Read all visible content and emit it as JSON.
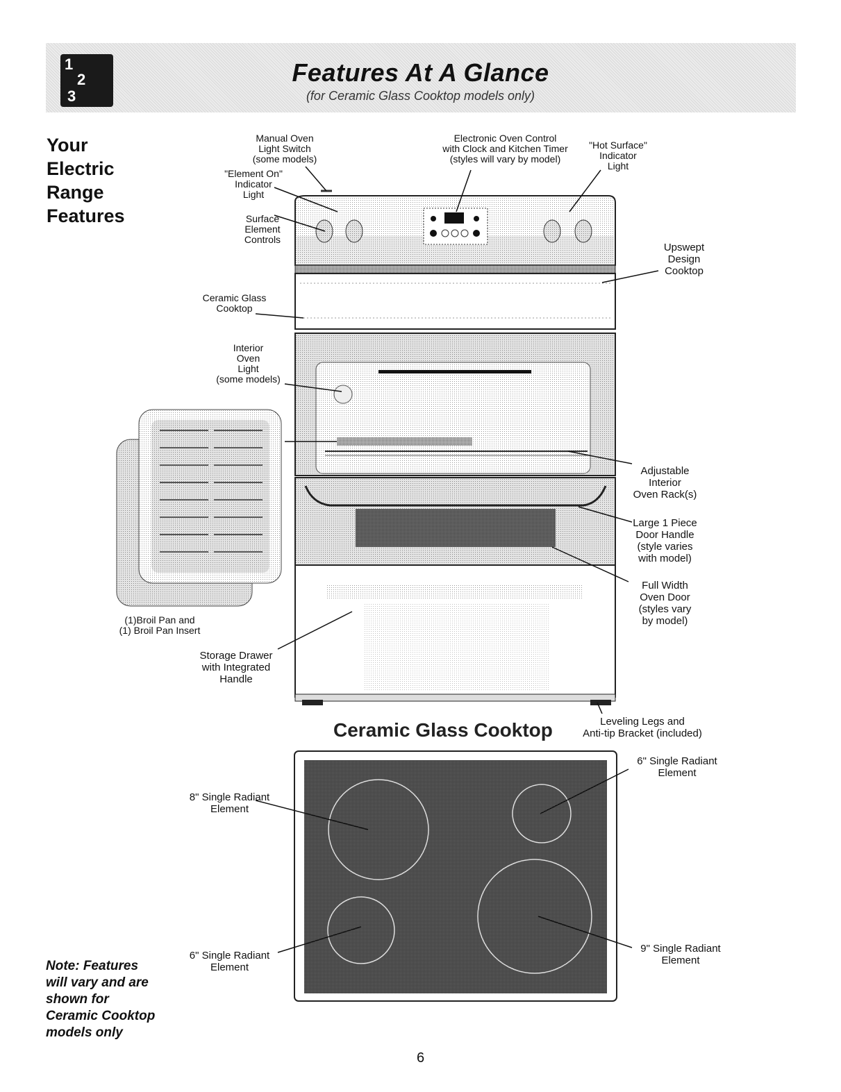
{
  "header": {
    "title": "Features At A Glance",
    "subtitle": "(for Ceramic Glass Cooktop models only)",
    "icon": "steps-icon",
    "icon_digits": [
      "1",
      "2",
      "3"
    ]
  },
  "side_title": [
    "Your",
    "Electric",
    "Range",
    "Features"
  ],
  "range_labels": {
    "manual_oven_light": "Manual Oven\nLight Switch\n(some models)",
    "element_on": "\"Element On\"\nIndicator\nLight",
    "surface_controls": "Surface\nElement\nControls",
    "electronic_control": "Electronic Oven Control\nwith Clock and Kitchen Timer\n(styles will vary by model)",
    "hot_surface": "\"Hot Surface\"\nIndicator\nLight",
    "upswept": "Upswept\nDesign\nCooktop",
    "ceramic_glass_cooktop": "Ceramic Glass\nCooktop",
    "interior_light": "Interior\nOven\nLight\n(some models)",
    "adjustable_racks": "Adjustable\nInterior\nOven Rack(s)",
    "door_handle": "Large 1 Piece\nDoor Handle\n(style varies\nwith model)",
    "oven_door": "Full Width\nOven Door\n(styles vary\nby model)",
    "broil_pan": "(1)Broil Pan and\n(1) Broil Pan Insert",
    "storage_drawer": "Storage Drawer\nwith Integrated\nHandle",
    "leveling_legs": "Leveling Legs and\nAnti-tip Bracket (included)"
  },
  "cooktop": {
    "title": "Ceramic Glass Cooktop",
    "labels": {
      "top_left": "8\" Single Radiant\nElement",
      "top_right": "6\" Single Radiant\nElement",
      "bottom_left": "6\" Single Radiant\nElement",
      "bottom_right": "9\" Single Radiant\nElement"
    }
  },
  "note": "Note: Features\nwill vary and are\nshown for\nCeramic Cooktop\nmodels only",
  "page_number": "6"
}
